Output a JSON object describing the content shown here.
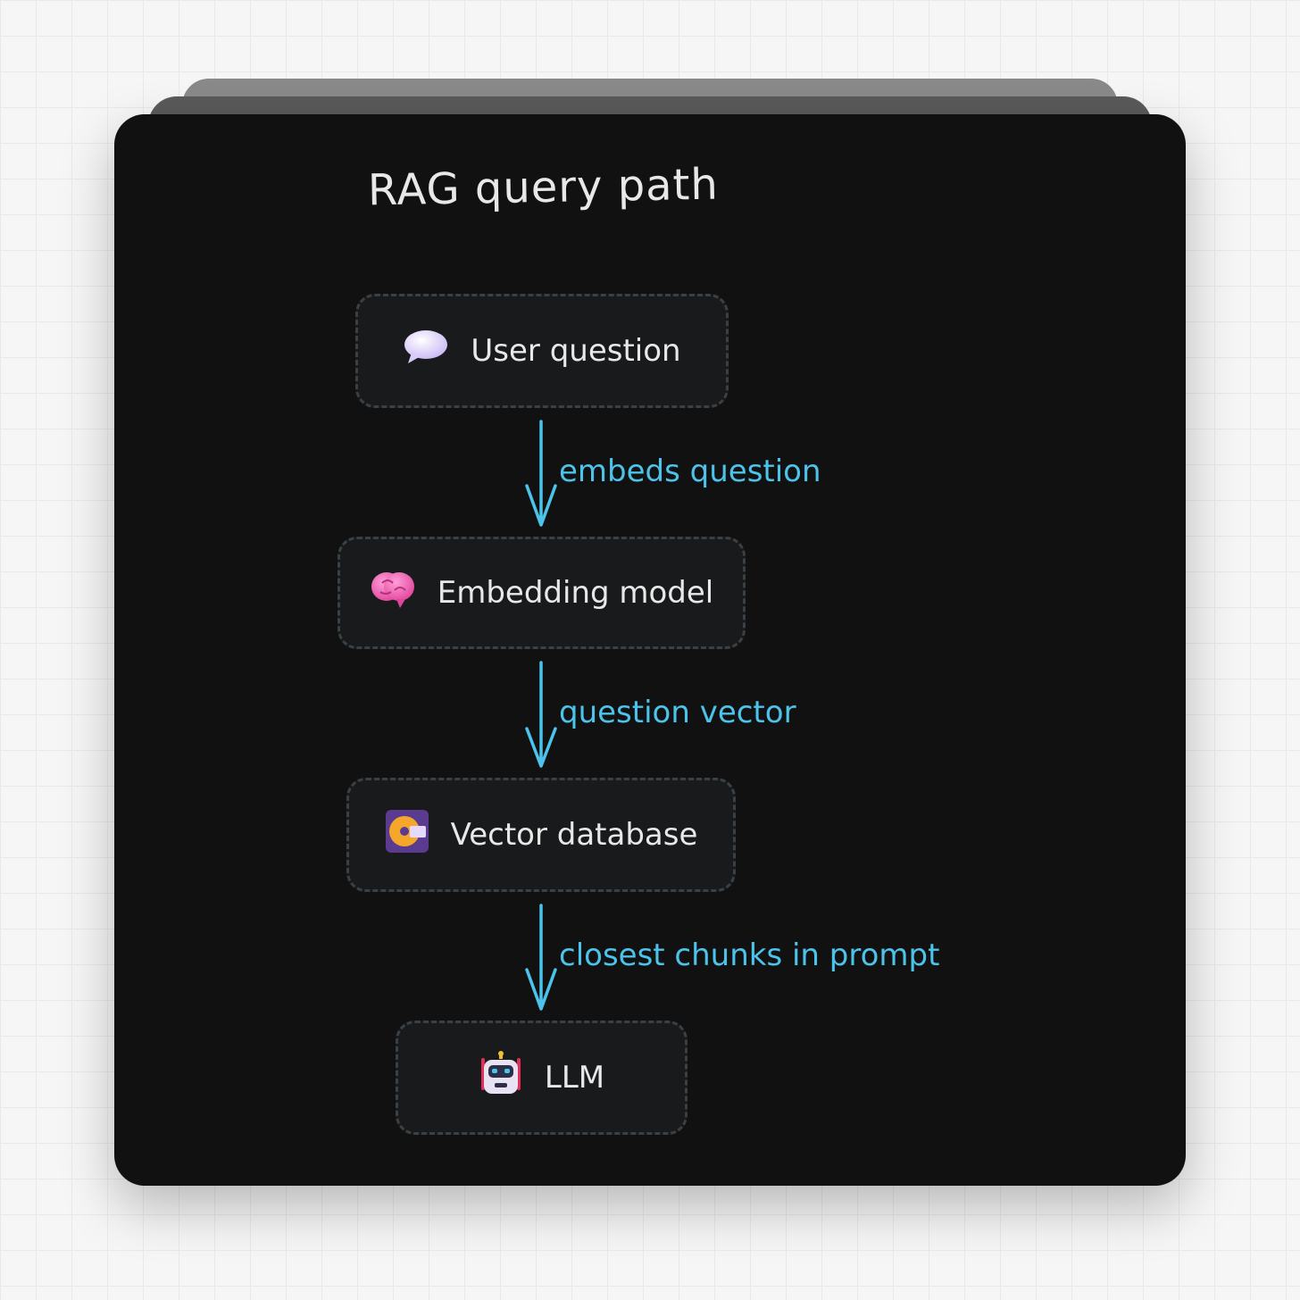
{
  "diagram": {
    "title": "RAG query path",
    "nodes": [
      {
        "id": "user_question",
        "label": "User question",
        "icon": "speech-bubble-icon"
      },
      {
        "id": "embedding_model",
        "label": "Embedding model",
        "icon": "brain-icon"
      },
      {
        "id": "vector_database",
        "label": "Vector database",
        "icon": "database-icon"
      },
      {
        "id": "llm",
        "label": "LLM",
        "icon": "robot-icon"
      }
    ],
    "edges": [
      {
        "from": "user_question",
        "to": "embedding_model",
        "label": "embeds question"
      },
      {
        "from": "embedding_model",
        "to": "vector_database",
        "label": "question vector"
      },
      {
        "from": "vector_database",
        "to": "llm",
        "label": "closest chunks in prompt"
      }
    ],
    "colors": {
      "edge": "#4cc3ea",
      "node_border": "#3a4044",
      "card_background": "#111111",
      "text": "#e8e8e8"
    }
  }
}
